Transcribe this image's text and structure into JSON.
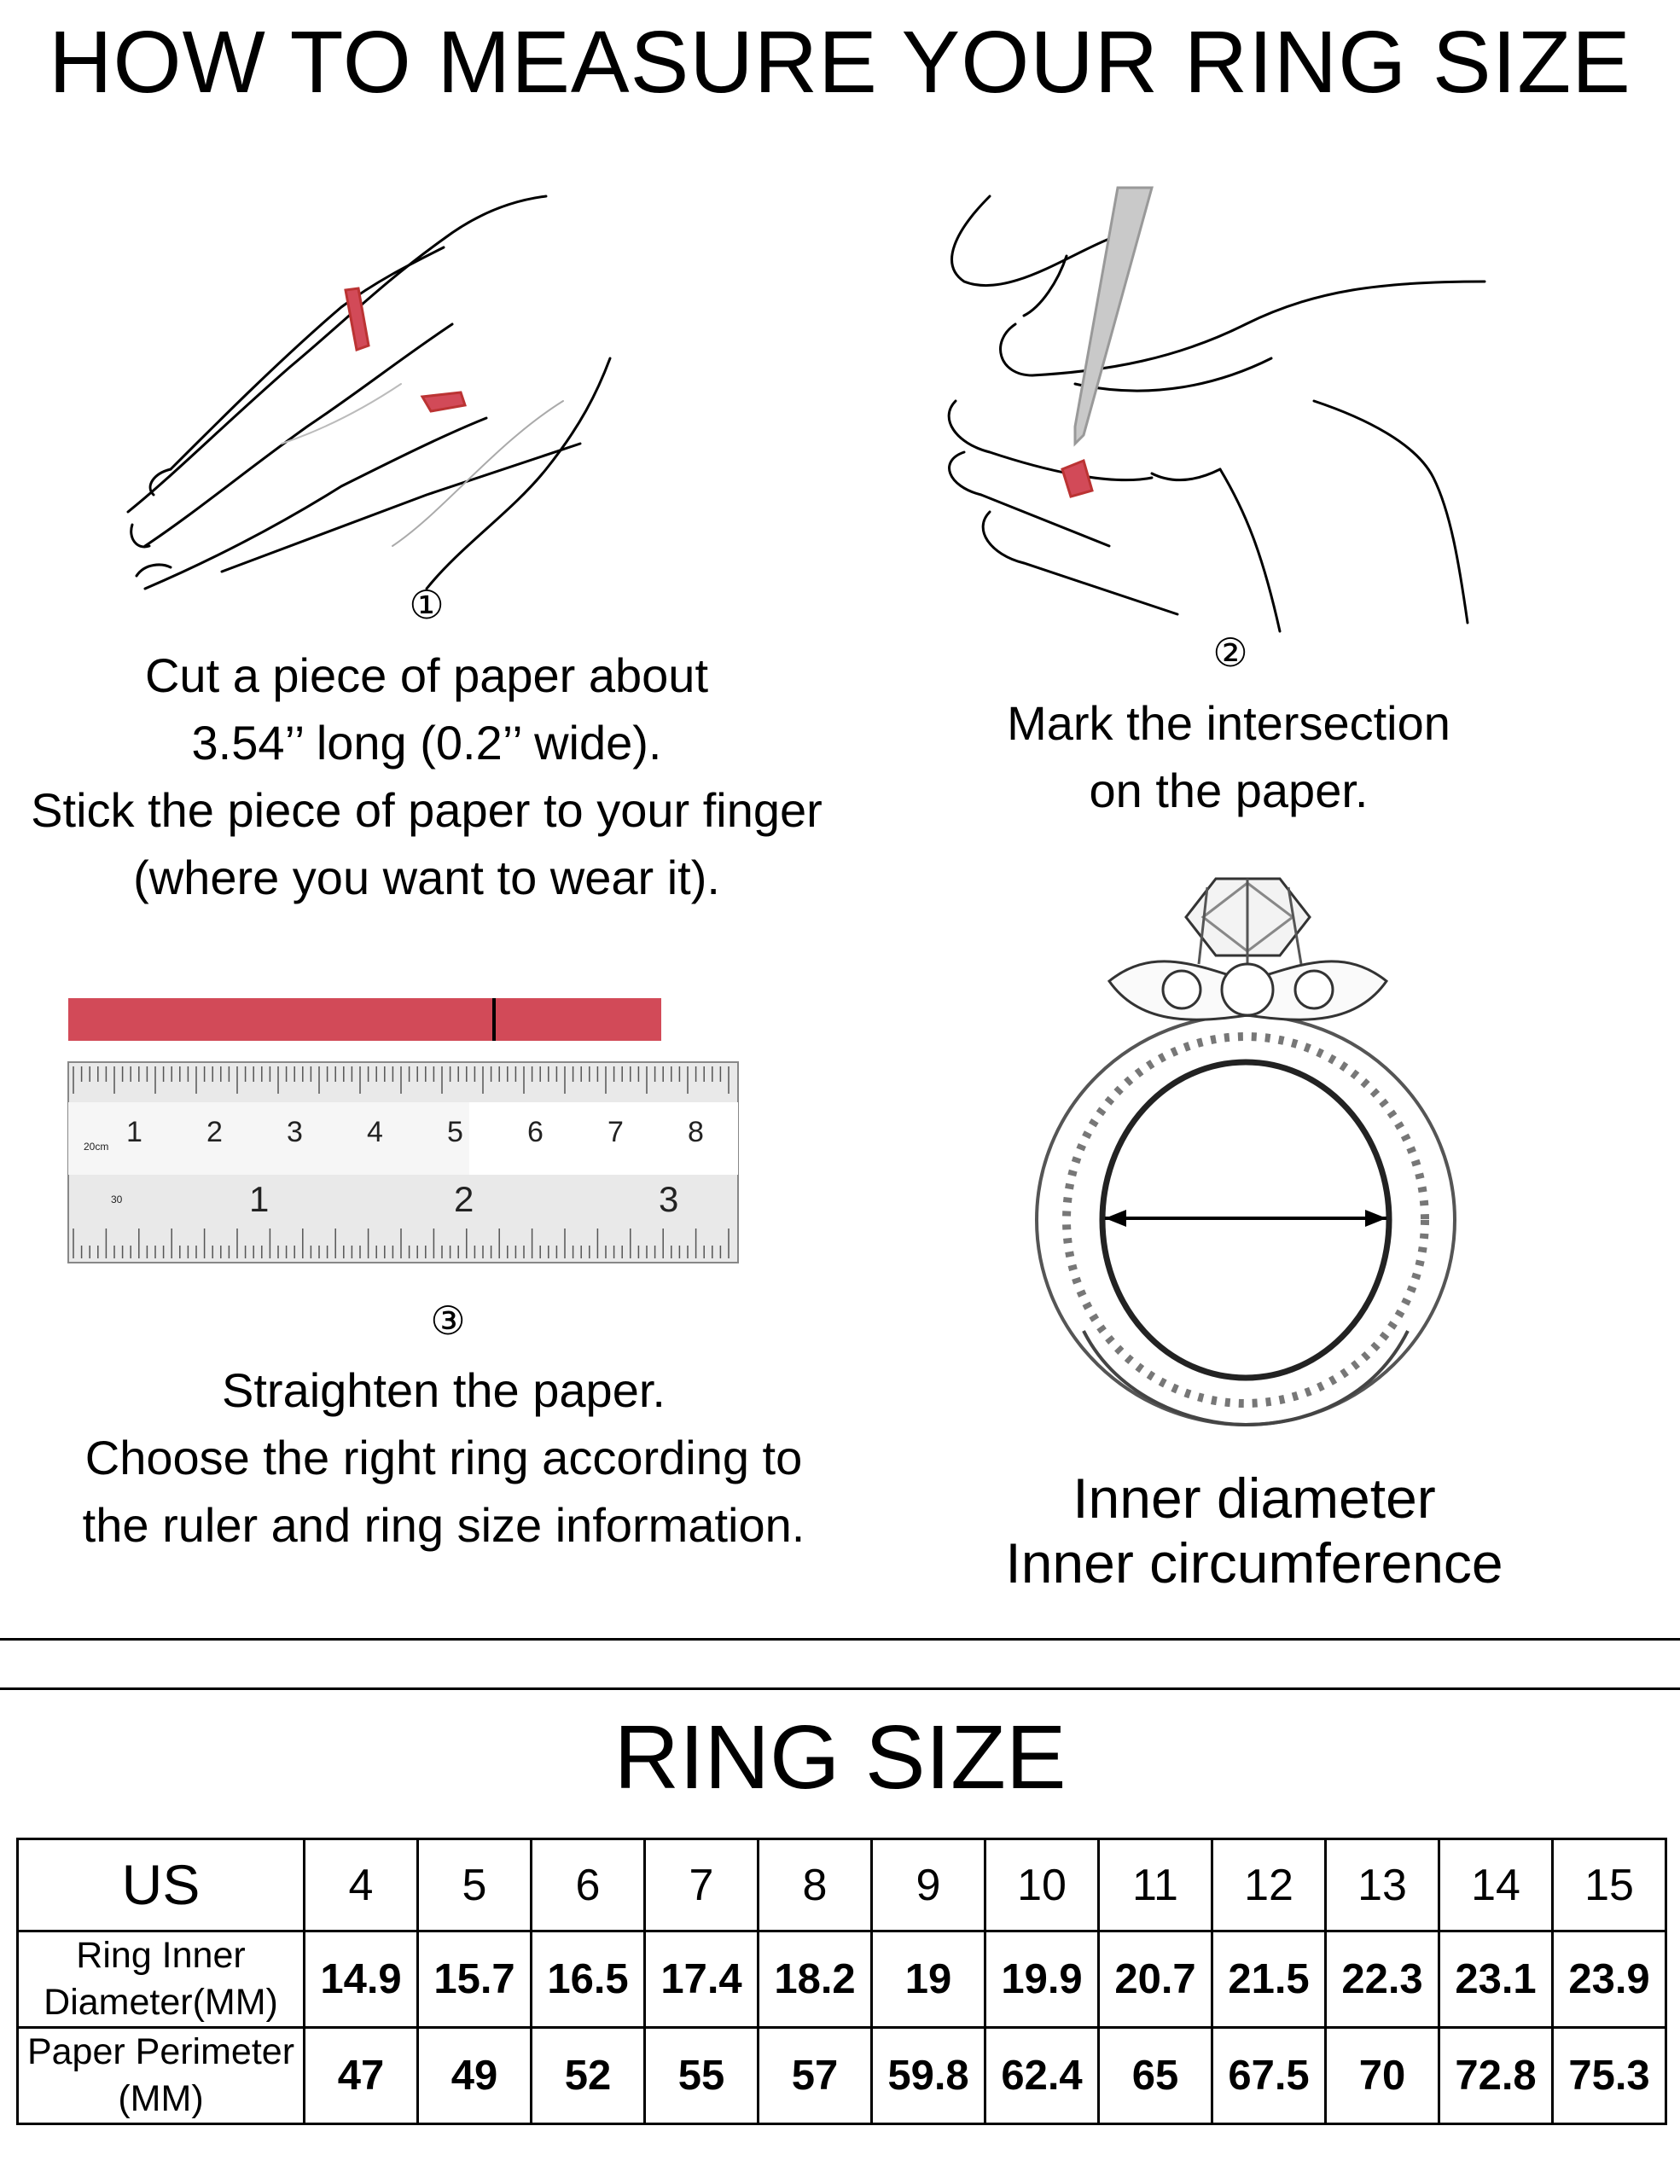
{
  "title": "HOW TO MEASURE YOUR RING SIZE",
  "steps": [
    {
      "number": "①",
      "lines": [
        "Cut a piece of paper about",
        "3.54’’ long (0.2’’ wide).",
        "Stick the piece of paper to your finger",
        "(where you want to wear it)."
      ]
    },
    {
      "number": "②",
      "lines": [
        "Mark the intersection",
        "on the paper."
      ]
    },
    {
      "number": "③",
      "lines": [
        "Straighten the paper.",
        "Choose the right ring according to",
        "the ruler and ring size information."
      ]
    }
  ],
  "ring_labels": [
    "Inner diameter",
    "Inner circumference"
  ],
  "ruler": {
    "cm_label": "20cm",
    "cm_numbers": [
      "1",
      "2",
      "3",
      "4",
      "5",
      "6",
      "7",
      "8"
    ],
    "inch_label": "30",
    "inch_numbers": [
      "1",
      "2",
      "3"
    ]
  },
  "colors": {
    "tape": "#d24a58",
    "line": "#000000",
    "ruler_bg": "#e9e9e9"
  },
  "icons": [
    "hand-with-paper-strip-illustration",
    "hand-marking-pen-illustration",
    "ruler-illustration",
    "diamond-ring-illustration"
  ],
  "size_title": "RING SIZE",
  "table": {
    "row_headers": [
      "US",
      "Ring Inner Diameter(MM)",
      "Paper Perimeter (MM)"
    ],
    "us": [
      "4",
      "5",
      "6",
      "7",
      "8",
      "9",
      "10",
      "11",
      "12",
      "13",
      "14",
      "15"
    ],
    "diameter": [
      "14.9",
      "15.7",
      "16.5",
      "17.4",
      "18.2",
      "19",
      "19.9",
      "20.7",
      "21.5",
      "22.3",
      "23.1",
      "23.9"
    ],
    "perimeter": [
      "47",
      "49",
      "52",
      "55",
      "57",
      "59.8",
      "62.4",
      "65",
      "67.5",
      "70",
      "72.8",
      "75.3"
    ]
  }
}
